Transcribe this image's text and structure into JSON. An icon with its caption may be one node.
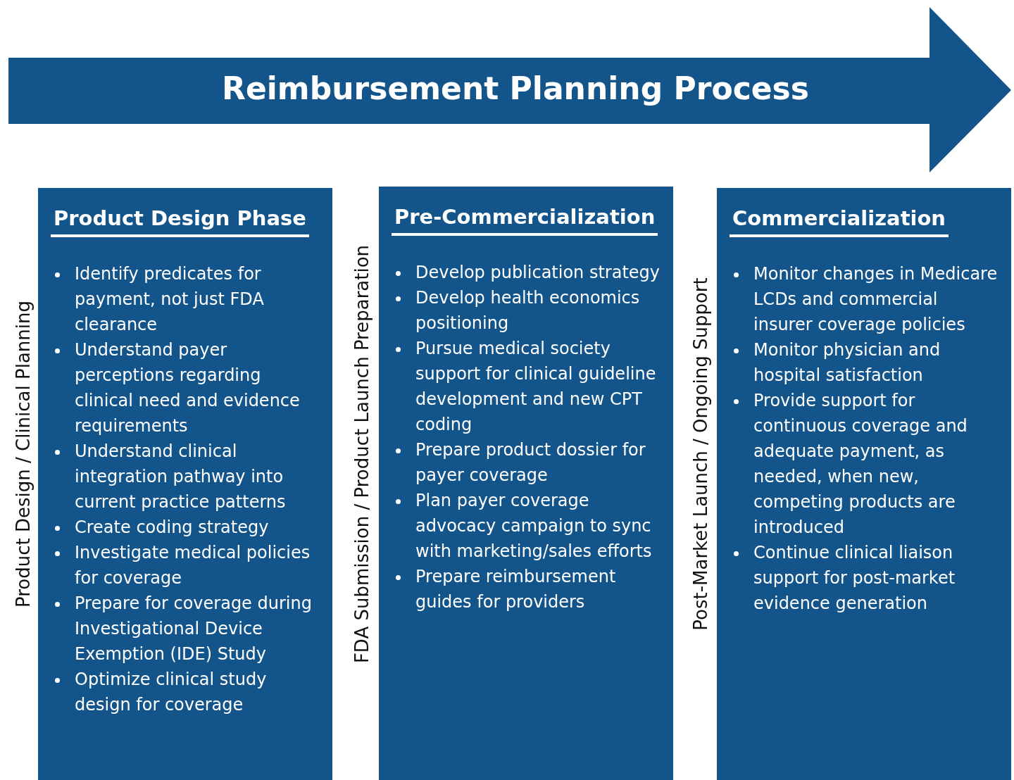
{
  "diagram": {
    "title": "Reimbursement Planning Process",
    "nodes": [
      {
        "text": [
          "Product Design Phase",
          "Identify predicates for payment, not just FDA clearance",
          "Understand payer perceptions regarding clinical need and evidence requirements",
          "Understand clinical integration pathway into current practice patterns",
          "Create coding strategy",
          "Investigate medical policies for coverage",
          "Prepare for coverage during Investigational Device Exemption (IDE) Study",
          "Optimize clinical study design for coverage"
        ]
      },
      {
        "text": [
          "Pre-Commercialization",
          "Develop publication strategy",
          "Develop health economics positioning",
          "Pursue medical society support for clinical guideline development and new CPT coding",
          "Prepare product dossier for payer coverage",
          "Plan payer coverage advocacy campaign to sync with marketing/sales efforts",
          "Prepare reimbursement guides for providers"
        ]
      },
      {
        "text": [
          "Commercialization",
          "Monitor changes in Medicare LCDs and commercial insurer coverage policies",
          "Monitor physician and hospital satisfaction",
          "Provide support for continuous coverage and adequate payment, as needed, when new, competing products are introduced",
          "Continue clinical liaison support for post-market evidence generation"
        ]
      }
    ],
    "labels": [
      "Product Design / Clinical Planning",
      "FDA Submission / Product Launch Preparation",
      "Post-Market Launch / Ongoing Support"
    ]
  }
}
